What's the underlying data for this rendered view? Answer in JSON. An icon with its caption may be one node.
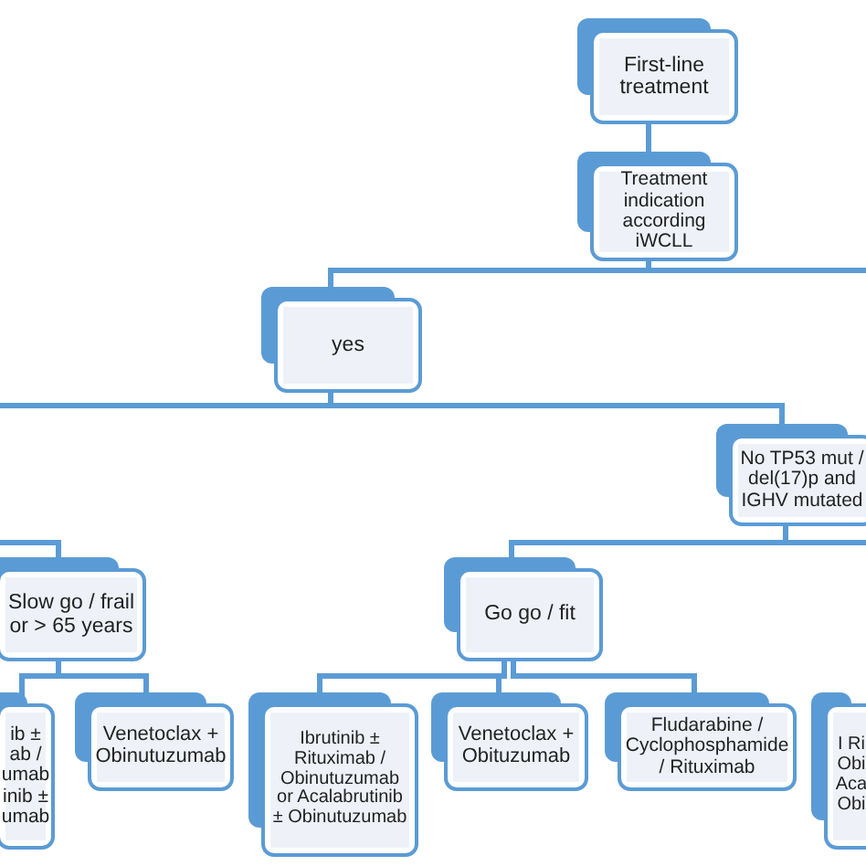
{
  "diagram": {
    "nodes": [
      {
        "text": [
          "First-line treatment"
        ]
      },
      {
        "text": [
          "Treatment indication according iWCLL"
        ]
      },
      {
        "text": [
          "yes"
        ]
      },
      {
        "text": [
          "No TP53 mut / del(17)p and IGHV mutated"
        ]
      },
      {
        "text": [
          "Slow go / frail or > 65 years"
        ]
      },
      {
        "text": [
          "Go go / fit"
        ]
      },
      {
        "text": [
          "ib ± ab / umab inib ± umab"
        ]
      },
      {
        "text": [
          "Venetoclax + Obinutuzumab"
        ]
      },
      {
        "text": [
          "Ibrutinib ± Rituximab / Obinutuzumab or Acalabrutinib ± Obinutuzumab"
        ]
      },
      {
        "text": [
          "Venetoclax + Obituzumab"
        ]
      },
      {
        "text": [
          "Fludarabine / Cyclophosphamide / Rituximab"
        ]
      },
      {
        "text": [
          "I Ri Obi Aca Obi"
        ]
      }
    ],
    "edges": [
      {
        "from": 0,
        "to": 1,
        "arrow": "none"
      },
      {
        "from": 1,
        "to": 2,
        "arrow": "none"
      },
      {
        "from": 1,
        "to": null,
        "arrow": "none"
      },
      {
        "from": 2,
        "to": 3,
        "arrow": "none"
      },
      {
        "from": 2,
        "to": null,
        "arrow": "none"
      },
      {
        "from": null,
        "to": 4,
        "arrow": "none"
      },
      {
        "from": 3,
        "to": 5,
        "arrow": "none"
      },
      {
        "from": 3,
        "to": null,
        "arrow": "none"
      },
      {
        "from": 4,
        "to": 6,
        "arrow": "none"
      },
      {
        "from": 4,
        "to": 7,
        "arrow": "none"
      },
      {
        "from": 5,
        "to": 8,
        "arrow": "none"
      },
      {
        "from": 5,
        "to": 9,
        "arrow": "none"
      },
      {
        "from": 5,
        "to": 10,
        "arrow": "none"
      }
    ]
  }
}
